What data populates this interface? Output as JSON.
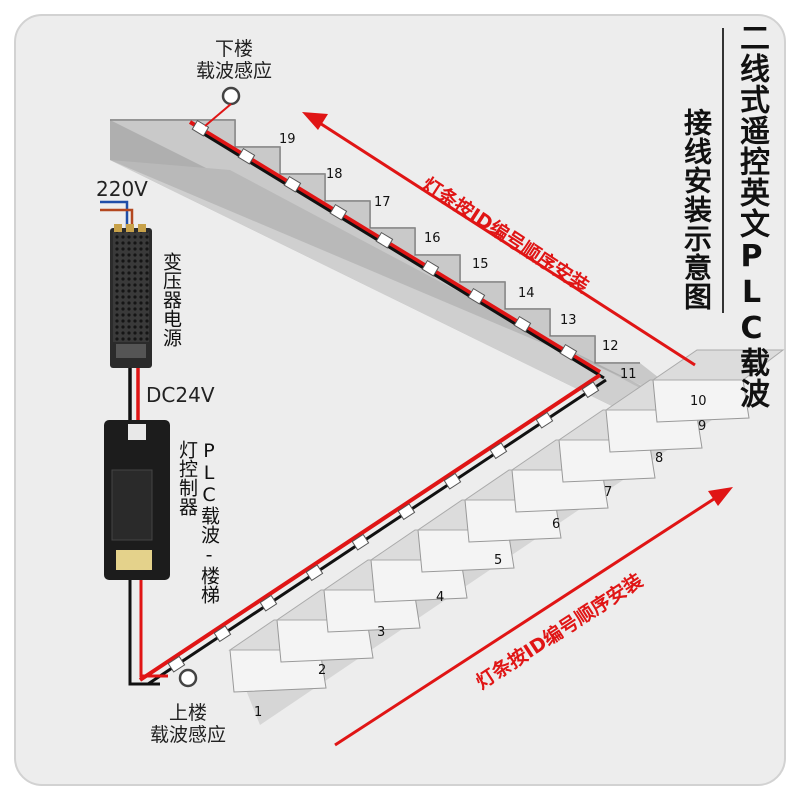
{
  "title_main": "二线式遥控英文PLC载波",
  "title_sub": "接线安装示意图",
  "sensor_top": {
    "line1": "下楼",
    "line2": "载波感应"
  },
  "sensor_bottom": {
    "line1": "上楼",
    "line2": "载波感应"
  },
  "power_input": "220V",
  "transformer_label": "变压器电源",
  "dc_label": "DC24V",
  "controller_label": "PLC载波-楼梯灯控制器",
  "arrow_text_upper": "灯条按ID编号顺序安装",
  "arrow_text_lower": "灯条按ID编号顺序安装",
  "step_numbers": [
    "1",
    "2",
    "3",
    "4",
    "5",
    "6",
    "7",
    "8",
    "9",
    "10",
    "11",
    "12",
    "13",
    "14",
    "15",
    "16",
    "17",
    "18",
    "19"
  ],
  "colors": {
    "wire_red": "#e01515",
    "wire_black": "#111111",
    "arrow": "#e01515"
  }
}
